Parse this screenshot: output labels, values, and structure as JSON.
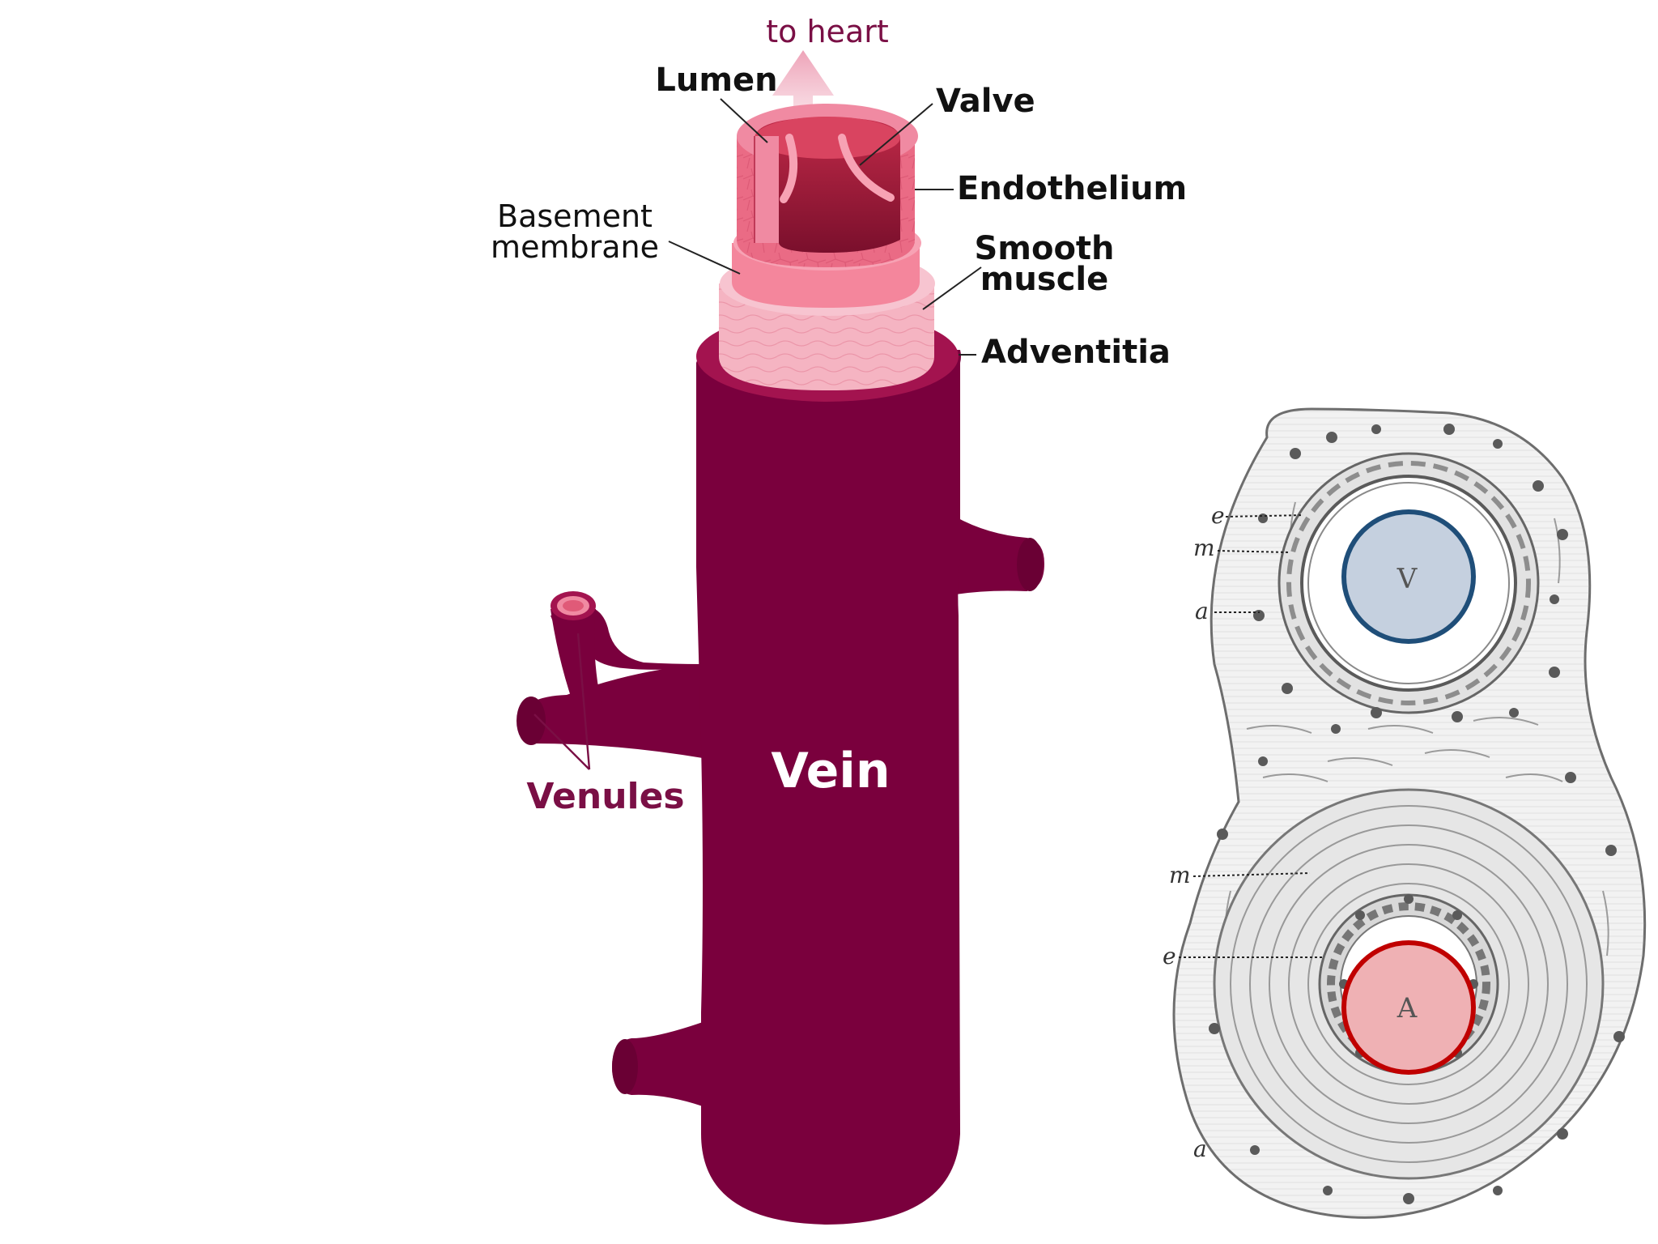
{
  "colors": {
    "vein": "#7a003d",
    "vein_shadow": "#5e002f",
    "intima": "#ea6b85",
    "intima_light": "#f7a2b4",
    "lumen_dark": "#8d1430",
    "smooth_muscle": "#f5b4c2",
    "adventitia_rim": "#a3134f",
    "arrow": "#f2b8c8",
    "vein_circle_fill": "#c5d0df",
    "vein_circle_stroke": "#1f4e79",
    "artery_circle_fill": "#efb1b4",
    "artery_circle_stroke": "#c00000",
    "label_maroon": "#7a0f45"
  },
  "diagram": {
    "flow_label": "to heart",
    "labels": {
      "lumen": "Lumen",
      "valve": "Valve",
      "endothelium": "Endothelium",
      "basement_line1": "Basement",
      "basement_line2": "membrane",
      "smooth_line1": "Smooth",
      "smooth_line2": "muscle",
      "adventitia": "Adventitia",
      "vein": "Vein",
      "venules": "Venules"
    }
  },
  "histology": {
    "vein_letter": "V",
    "artery_letter": "A",
    "layer_letters": {
      "vein_e": "e",
      "vein_m": "m",
      "vein_a": "a",
      "artery_m": "m",
      "artery_e": "e",
      "artery_a": "a"
    }
  }
}
